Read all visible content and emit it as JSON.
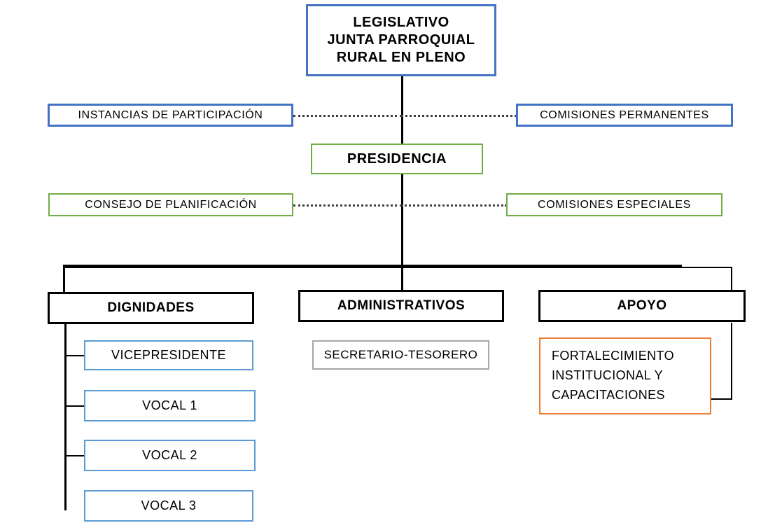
{
  "diagram": {
    "title": "Organigrama Junta Parroquial Rural",
    "colors": {
      "blue": "#4472C4",
      "light_blue": "#5B9BD5",
      "green": "#70AD47",
      "orange": "#ED7D31",
      "gray": "#A6A6A6",
      "black": "#000000"
    },
    "nodes": {
      "legislativo": {
        "line1": "LEGISLATIVO",
        "line2": "JUNTA PARROQUIAL",
        "line3": "RURAL EN PLENO"
      },
      "instancias_participacion": "INSTANCIAS DE PARTICIPACIÓN",
      "comisiones_permanentes": "COMISIONES PERMANENTES",
      "presidencia": "PRESIDENCIA",
      "consejo_planificacion": "CONSEJO DE PLANIFICACIÓN",
      "comisiones_especiales": "COMISIONES ESPECIALES",
      "dignidades": "DIGNIDADES",
      "administrativos": "ADMINISTRATIVOS",
      "apoyo": "APOYO",
      "vicepresidente": "VICEPRESIDENTE",
      "vocal_1": "VOCAL 1",
      "vocal_2": "VOCAL 2",
      "vocal_3": "VOCAL 3",
      "secretario_tesorero": "SECRETARIO-TESORERO",
      "fortalecimiento": {
        "line1": "FORTALECIMIENTO",
        "line2": "INSTITUCIONAL   Y",
        "line3": "CAPACITACIONES"
      }
    }
  }
}
